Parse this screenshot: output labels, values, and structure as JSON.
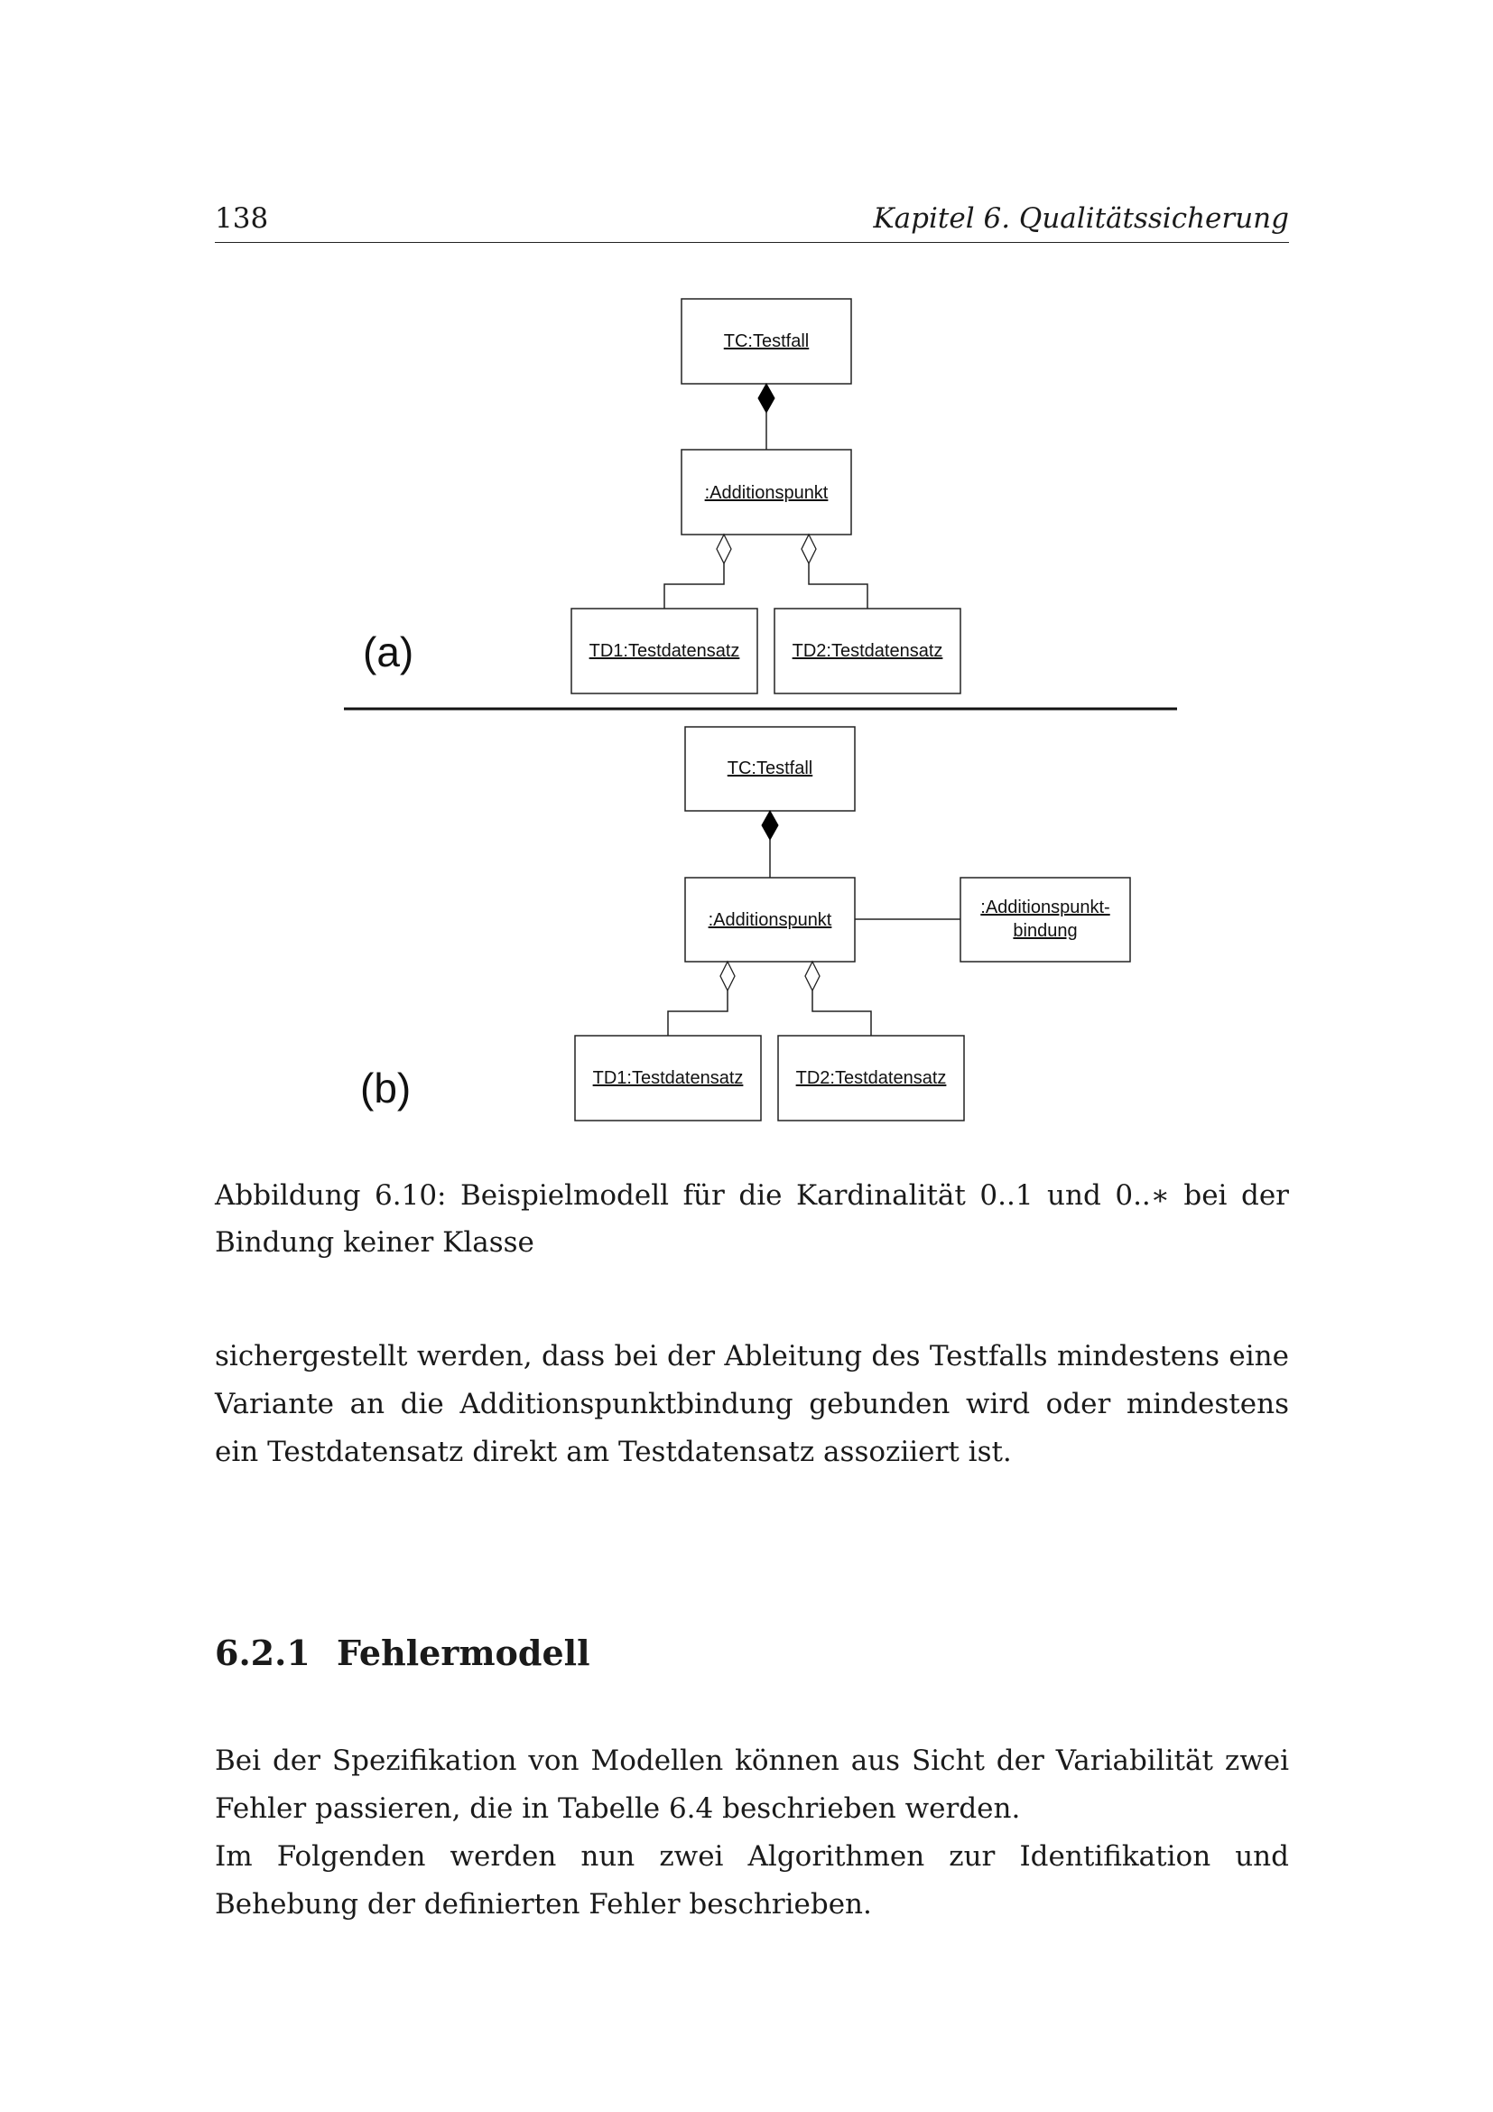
{
  "header": {
    "page_number": "138",
    "running_head": "Kapitel 6.  Qualitätssicherung"
  },
  "figure": {
    "panel_a": {
      "label": "(a)",
      "testfall": "TC:Testfall",
      "additionspunkt": ":Additionspunkt",
      "td1": "TD1:Testdatensatz",
      "td2": "TD2:Testdatensatz"
    },
    "panel_b": {
      "label": "(b)",
      "testfall": "TC:Testfall",
      "additionspunkt": ":Additionspunkt",
      "bindung_line1": ":Additionspunkt-",
      "bindung_line2": "bindung",
      "td1": "TD1:Testdatensatz",
      "td2": "TD2:Testdatensatz"
    }
  },
  "caption": "Abbildung 6.10: Beispielmodell für die Kardinalität 0..1 und 0..∗ bei der Bindung keiner Klasse",
  "paragraph_1": "sichergestellt werden, dass bei der Ableitung des Testfalls mindestens eine Variante an die Additionspunktbindung gebunden wird oder mindestens ein Testdatensatz direkt am Testdatensatz assoziiert ist.",
  "section": {
    "number": "6.2.1",
    "title": "Fehlermodell"
  },
  "paragraph_2": "Bei der Spezifikation von Modellen können aus Sicht der Variabilität zwei Fehler passieren, die in Tabelle 6.4 beschrieben werden.",
  "paragraph_3": "Im Folgenden werden nun zwei Algorithmen zur Identifikation und Behebung der definierten Fehler beschrieben."
}
